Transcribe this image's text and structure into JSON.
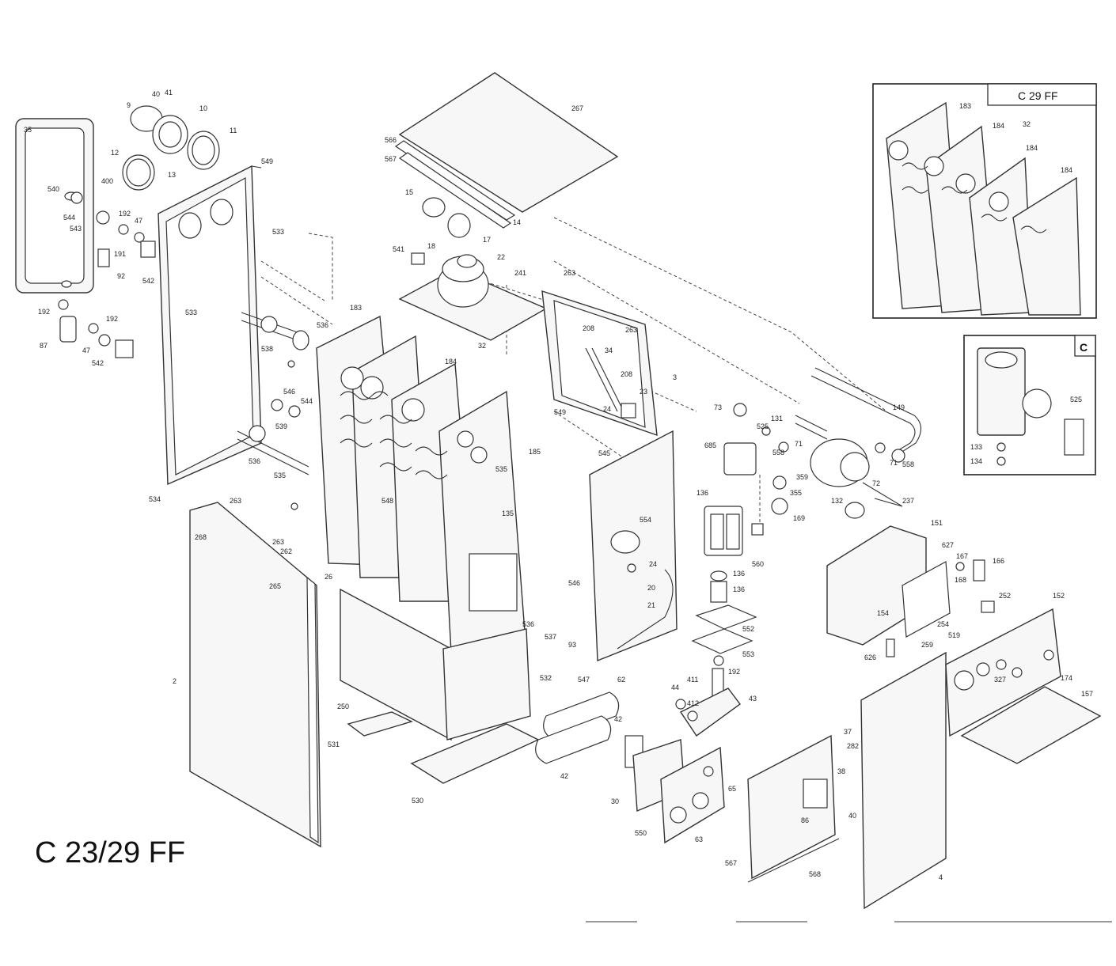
{
  "diagram": {
    "main_title": "C 23/29 FF",
    "inset_top_title": "C 29 FF",
    "inset_small_title": "C"
  },
  "labels": {
    "l35": "35",
    "l9": "9",
    "l40": "40",
    "l41": "41",
    "l10": "10",
    "l11": "11",
    "l12": "12",
    "l13": "13",
    "l400": "400",
    "l540": "540",
    "l544": "544",
    "l543": "543",
    "l192a": "192",
    "l47a": "47",
    "l191": "191",
    "l92": "92",
    "l542a": "542",
    "l192b": "192",
    "l87": "87",
    "l192c": "192",
    "l47b": "47",
    "l542b": "542",
    "l549": "549",
    "l533a": "533",
    "l533b": "533",
    "l267": "267",
    "l566": "566",
    "l567": "567",
    "l15": "15",
    "l14": "14",
    "l17": "17",
    "l18": "18",
    "l541": "541",
    "l22": "22",
    "l241": "241",
    "l536a": "536",
    "l538": "538",
    "l183": "183",
    "l32": "32",
    "l546": "546",
    "l544b": "544",
    "l539": "539",
    "l536b": "536",
    "l535": "535",
    "l534": "534",
    "l263a": "263",
    "l268": "268",
    "l263b": "263",
    "l262": "262",
    "l265": "265",
    "l2": "2",
    "l250": "250",
    "l531": "531",
    "l530": "530",
    "l26": "26",
    "l548": "548",
    "l135": "135",
    "l184": "184",
    "l185": "185",
    "l549b": "549",
    "l535b": "535",
    "l263c": "263",
    "l208a": "208",
    "l34": "34",
    "l208b": "208",
    "l23": "23",
    "l3": "3",
    "l24a": "24",
    "l545": "545",
    "l554": "554",
    "l24b": "24",
    "l20": "20",
    "l21": "21",
    "l546b": "546",
    "l536c": "536",
    "l537": "537",
    "l93": "93",
    "l532": "532",
    "l547": "547",
    "l62": "62",
    "l149": "149",
    "l73": "73",
    "l685": "685",
    "l525": "525",
    "l131": "131",
    "l71a": "71",
    "l71b": "71",
    "l558a": "558",
    "l359": "359",
    "l558b": "558",
    "l355": "355",
    "l169": "169",
    "l72": "72",
    "l237": "237",
    "l132": "132",
    "l136a": "136",
    "l560": "560",
    "l136b": "136",
    "l136c": "136",
    "l552": "552",
    "l553": "553",
    "l192d": "192",
    "l411": "411",
    "l44": "44",
    "l412": "412",
    "l43": "43",
    "l42a": "42",
    "l42b": "42",
    "l30": "30",
    "l550": "550",
    "l65": "65",
    "l63": "63",
    "l567b": "567",
    "l37": "37",
    "l282": "282",
    "l38": "38",
    "l86": "86",
    "l40b": "40",
    "l568": "568",
    "l4": "4",
    "l151": "151",
    "l627": "627",
    "l167": "167",
    "l166": "166",
    "l168": "168",
    "l252": "252",
    "l154": "154",
    "l254": "254",
    "l519": "519",
    "l152": "152",
    "l626": "626",
    "l259": "259",
    "l327": "327",
    "l174": "174",
    "l157": "157",
    "i183": "183",
    "i184a": "184",
    "i32": "32",
    "i184b": "184",
    "i184c": "184",
    "s133": "133",
    "s134": "134",
    "s525": "525"
  }
}
